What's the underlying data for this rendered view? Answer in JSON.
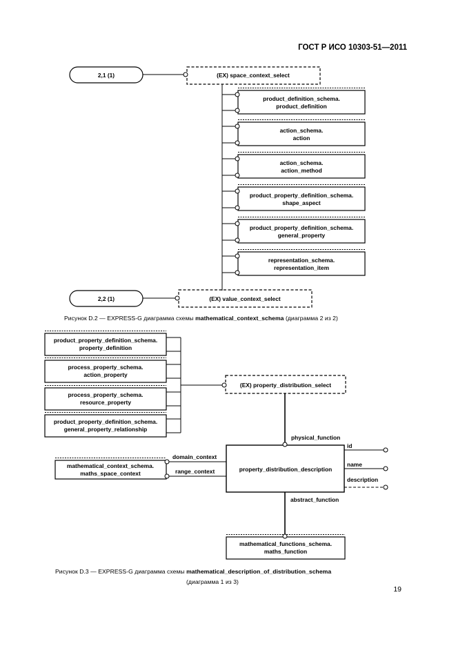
{
  "header": {
    "standard": "ГОСТ Р ИСО 10303-51—2011"
  },
  "page_number": "19",
  "diagram1": {
    "page_refs": [
      "2,1 (1)",
      "2,2 (1)"
    ],
    "selects": [
      "(EX) space_context_select",
      "(EX) value_context_select"
    ],
    "entities": [
      [
        "product_definition_schema.",
        "product_definition"
      ],
      [
        "action_schema.",
        "action"
      ],
      [
        "action_schema.",
        "action_method"
      ],
      [
        "product_property_definition_schema.",
        "shape_aspect"
      ],
      [
        "product_property_definition_schema.",
        "general_property"
      ],
      [
        "representation_schema.",
        "representation_item"
      ]
    ],
    "caption": {
      "prefix": "Рисунок D.2 — EXPRESS-G диаграмма схемы ",
      "schema": "mathematical_context_schema",
      "suffix": " (диаграмма 2 из 2)"
    }
  },
  "diagram2": {
    "left_entities": [
      [
        "product_property_definition_schema.",
        "property_definition"
      ],
      [
        "process_property_schema.",
        "action_property"
      ],
      [
        "process_property_schema.",
        "resource_property"
      ],
      [
        "product_property_definition_schema.",
        "general_property_relationship"
      ]
    ],
    "select": "(EX) property_distribution_select",
    "main_entity": "property_distribution_description",
    "context_entity": [
      "mathematical_context_schema.",
      "maths_space_context"
    ],
    "bottom_entity": [
      "mathematical_functions_schema.",
      "maths_function"
    ],
    "relation_labels": {
      "physical_function": "physical_function",
      "domain_context": "domain_context",
      "range_context": "range_context",
      "abstract_function": "abstract_function"
    },
    "attributes": [
      "id",
      "name",
      "description"
    ],
    "caption": {
      "prefix": "Рисунок D.3 — EXPRESS-G диаграмма схемы ",
      "schema": "mathematical_description_of_distribution_schema",
      "line2": "(диаграмма 1 из 3)"
    }
  }
}
